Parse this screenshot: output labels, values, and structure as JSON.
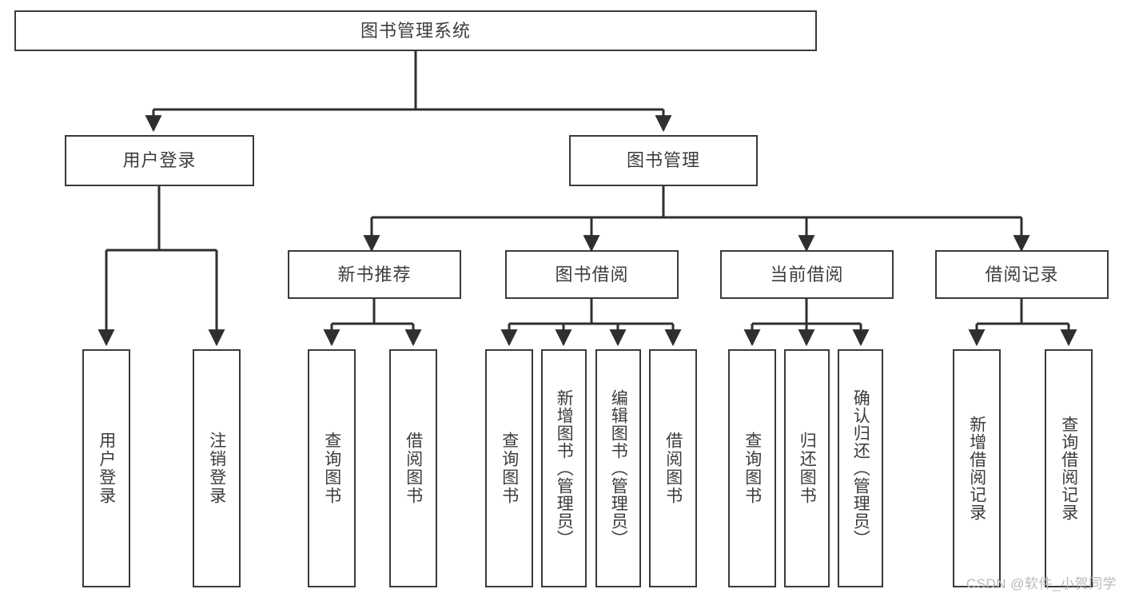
{
  "diagram": {
    "title": "图书管理系统",
    "type": "hierarchy-tree",
    "colors": {
      "background": "#ffffff",
      "box_border": "#3a3a3a",
      "box_fill": "#ffffff",
      "text": "#3c3c3c",
      "connector": "#2f2f2f",
      "watermark": "#b9b9b9"
    },
    "root": {
      "label": "图书管理系统"
    },
    "level2": [
      {
        "label": "用户登录"
      },
      {
        "label": "图书管理"
      }
    ],
    "level3": [
      {
        "label": "新书推荐"
      },
      {
        "label": "图书借阅"
      },
      {
        "label": "当前借阅"
      },
      {
        "label": "借阅记录"
      }
    ],
    "leaves": {
      "user_login": [
        {
          "label": "用户登录"
        },
        {
          "label": "注销登录"
        }
      ],
      "new_book": [
        {
          "label": "查询图书"
        },
        {
          "label": "借阅图书"
        }
      ],
      "book_borrow": [
        {
          "label": "查询图书"
        },
        {
          "label": "新增图书（管理员）"
        },
        {
          "label": "编辑图书（管理员）"
        },
        {
          "label": "借阅图书"
        }
      ],
      "current_borrow": [
        {
          "label": "查询图书"
        },
        {
          "label": "归还图书"
        },
        {
          "label": "确认归还（管理员）"
        }
      ],
      "borrow_record": [
        {
          "label": "新增借阅记录"
        },
        {
          "label": "查询借阅记录"
        }
      ]
    }
  },
  "watermark": {
    "text": "CSDN @软件_小贺同学"
  }
}
